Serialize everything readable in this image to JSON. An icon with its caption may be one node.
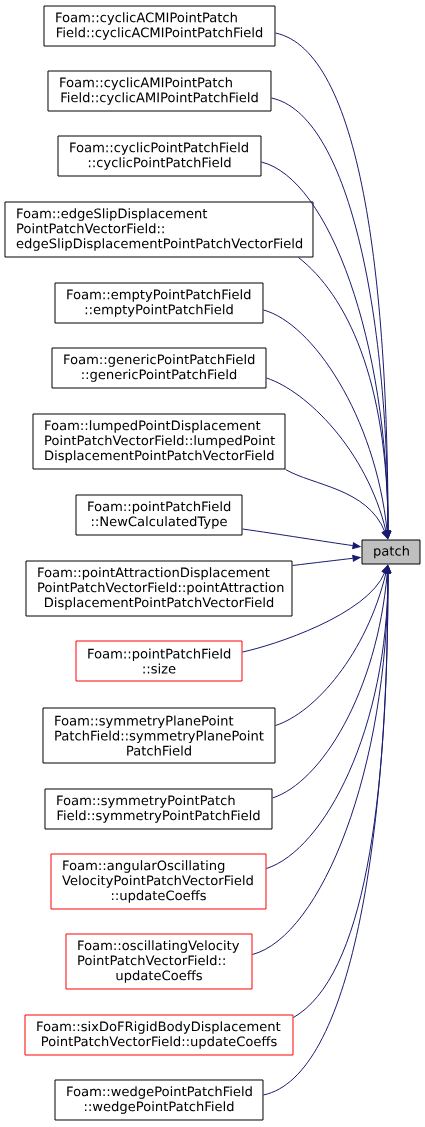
{
  "diagram": {
    "nodes": [
      {
        "text": [
          "Foam::cyclicACMIPointPatch Field::cyclicACMIPointPatchField"
        ]
      },
      {
        "text": [
          "Foam::cyclicAMIPointPatch Field::cyclicAMIPointPatchField"
        ]
      },
      {
        "text": [
          "Foam::cyclicPointPatchField ::cyclicPointPatchField"
        ]
      },
      {
        "text": [
          "Foam::edgeSlipDisplacement PointPatchVectorField:: edgeSlipDisplacementPointPatchVectorField"
        ]
      },
      {
        "text": [
          "Foam::emptyPointPatchField ::emptyPointPatchField"
        ]
      },
      {
        "text": [
          "Foam::genericPointPatchField ::genericPointPatchField"
        ]
      },
      {
        "text": [
          "Foam::lumpedPointDisplacement PointPatchVectorField::lumpedPoint DisplacementPointPatchVectorField"
        ]
      },
      {
        "text": [
          "Foam::pointPatchField ::NewCalculatedType"
        ]
      },
      {
        "text": [
          "Foam::pointAttractionDisplacement PointPatchVectorField::pointAttraction DisplacementPointPatchVectorField"
        ]
      },
      {
        "text": [
          "Foam::pointPatchField ::size"
        ]
      },
      {
        "text": [
          "Foam::symmetryPlanePoint PatchField::symmetryPlanePoint PatchField"
        ]
      },
      {
        "text": [
          "Foam::symmetryPointPatch Field::symmetryPointPatchField"
        ]
      },
      {
        "text": [
          "Foam::angularOscillating VelocityPointPatchVectorField ::updateCoeffs"
        ]
      },
      {
        "text": [
          "Foam::oscillatingVelocity PointPatchVectorField:: updateCoeffs"
        ]
      },
      {
        "text": [
          "Foam::sixDoFRigidBodyDisplacement PointPatchVectorField::updateCoeffs"
        ]
      },
      {
        "text": [
          "Foam::wedgePointPatchField ::wedgePointPatchField"
        ]
      },
      {
        "text": [
          "patch"
        ]
      }
    ],
    "edges": [
      {
        "from": 0,
        "to": 16,
        "arrow": "to"
      },
      {
        "from": 1,
        "to": 16,
        "arrow": "to"
      },
      {
        "from": 2,
        "to": 16,
        "arrow": "to"
      },
      {
        "from": 3,
        "to": 16,
        "arrow": "to"
      },
      {
        "from": 4,
        "to": 16,
        "arrow": "to"
      },
      {
        "from": 5,
        "to": 16,
        "arrow": "to"
      },
      {
        "from": 6,
        "to": 16,
        "arrow": "to"
      },
      {
        "from": 7,
        "to": 16,
        "arrow": "to"
      },
      {
        "from": 8,
        "to": 16,
        "arrow": "to"
      },
      {
        "from": 9,
        "to": 16,
        "arrow": "to"
      },
      {
        "from": 10,
        "to": 16,
        "arrow": "to"
      },
      {
        "from": 11,
        "to": 16,
        "arrow": "to"
      },
      {
        "from": 12,
        "to": 16,
        "arrow": "to"
      },
      {
        "from": 13,
        "to": 16,
        "arrow": "to"
      },
      {
        "from": 14,
        "to": 16,
        "arrow": "to"
      },
      {
        "from": 15,
        "to": 16,
        "arrow": "to"
      }
    ]
  }
}
